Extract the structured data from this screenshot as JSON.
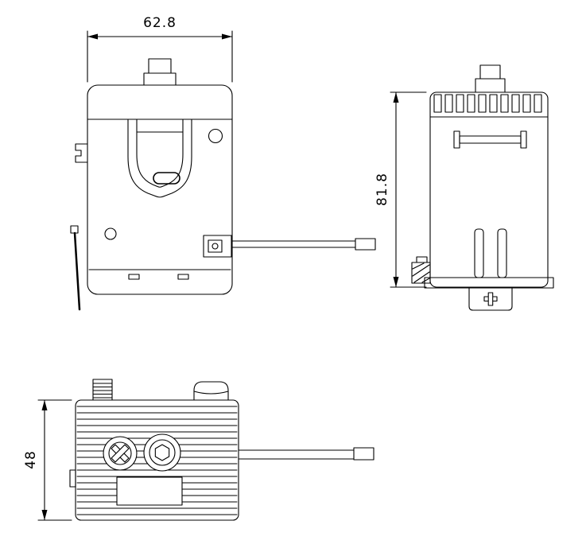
{
  "meta": {
    "background": "#ffffff",
    "line_color": "#000000"
  },
  "dimensions": {
    "front_width": "62.8",
    "side_height": "81.8",
    "bottom_height": "48"
  }
}
